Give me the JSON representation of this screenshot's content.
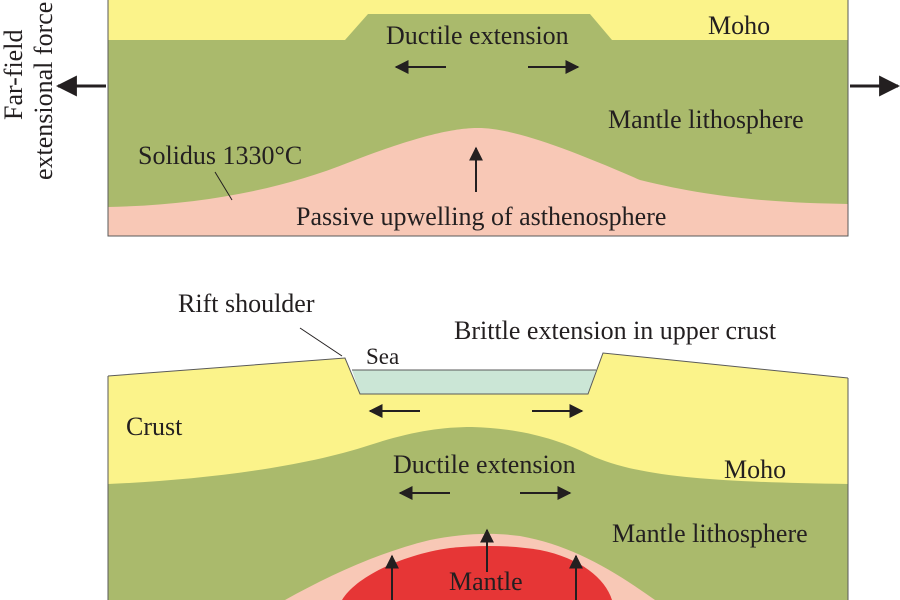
{
  "colors": {
    "crust": "#fbf38a",
    "mantle_lithosphere": "#aaba6c",
    "asthenosphere": "#f8c8b6",
    "mantle_melt": "#e63636",
    "sea": "#cbe6d6",
    "outline": "#5a5a5a",
    "text": "#231f20"
  },
  "panel_top": {
    "side_label_line1": "Far-field",
    "side_label_line2": "extensional force",
    "moho_label": "Moho",
    "ductile_label": "Ductile extension",
    "mantle_lith_label": "Mantle lithosphere",
    "solidus_label": "Solidus 1330°C",
    "asthenosphere_label": "Passive upwelling of asthenosphere"
  },
  "panel_bottom": {
    "rift_shoulder_label": "Rift shoulder",
    "brittle_label": "Brittle extension in upper crust",
    "sea_label": "Sea",
    "crust_label": "Crust",
    "ductile_label": "Ductile extension",
    "moho_label": "Moho",
    "mantle_lith_label": "Mantle lithosphere",
    "mantle_label": "Mantle"
  },
  "icons": [
    "arrow-left-icon",
    "arrow-right-icon",
    "arrow-up-icon"
  ]
}
